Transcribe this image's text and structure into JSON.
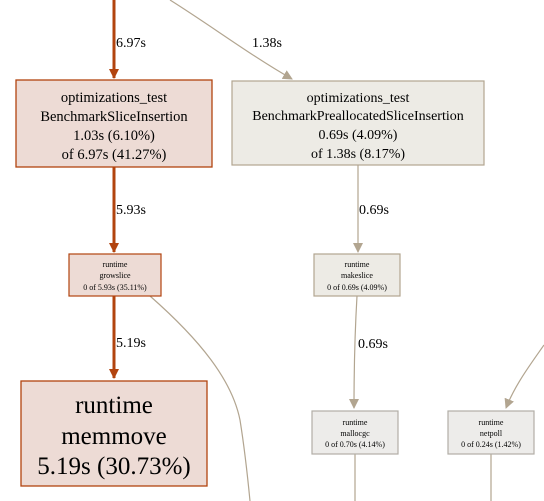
{
  "colors": {
    "hot_edge": "#b2440f",
    "cold_edge": "#b2a590",
    "hot_fill": "#eddbd5",
    "hot_border": "#b2440f",
    "cold_fill": "#edebe5",
    "cold_border": "#b2a590",
    "faint_fill": "#edecea",
    "faint_border": "#b2aea6"
  },
  "nodes": {
    "bench_slice": {
      "line1": "optimizations_test",
      "line2": "BenchmarkSliceInsertion",
      "line3": "1.03s (6.10%)",
      "line4": "of 6.97s (41.27%)"
    },
    "bench_prealloc": {
      "line1": "optimizations_test",
      "line2": "BenchmarkPreallocatedSliceInsertion",
      "line3": "0.69s (4.09%)",
      "line4": "of 1.38s (8.17%)"
    },
    "growslice": {
      "line1": "runtime",
      "line2": "growslice",
      "line3": "0 of 5.93s (35.11%)"
    },
    "makeslice": {
      "line1": "runtime",
      "line2": "makeslice",
      "line3": "0 of 0.69s (4.09%)"
    },
    "memmove": {
      "line1": "runtime",
      "line2": "memmove",
      "line3": "5.19s (30.73%)"
    },
    "mallocgc": {
      "line1": "runtime",
      "line2": "mallocgc",
      "line3": "0 of 0.70s (4.14%)"
    },
    "netpoll": {
      "line1": "runtime",
      "line2": "netpoll",
      "line3": "0 of 0.24s (1.42%)"
    }
  },
  "edges": {
    "top_to_slice": "6.97s",
    "top_to_prealloc": "1.38s",
    "slice_to_growslice": "5.93s",
    "prealloc_to_makeslice": "0.69s",
    "growslice_to_memmove": "5.19s",
    "makeslice_to_mallocgc": "0.69s"
  }
}
